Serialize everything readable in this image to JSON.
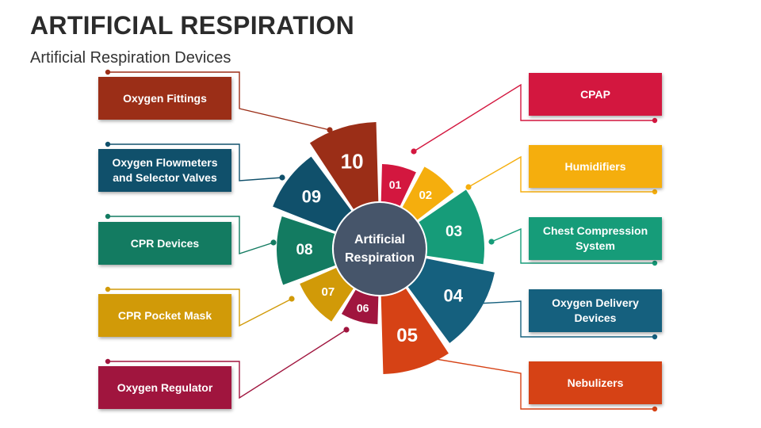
{
  "title": "ARTIFICIAL RESPIRATION",
  "subtitle": "Artificial Respiration Devices",
  "center": "Artificial Respiration",
  "segments": [
    {
      "num": "01",
      "label": "CPAP",
      "color": "#d3173f"
    },
    {
      "num": "02",
      "label": "Humidifiers",
      "color": "#f5ae0d"
    },
    {
      "num": "03",
      "label": "Chest Compression System",
      "color": "#169c79"
    },
    {
      "num": "04",
      "label": "Oxygen Delivery Devices",
      "color": "#15607e"
    },
    {
      "num": "05",
      "label": "Nebulizers",
      "color": "#d64215"
    },
    {
      "num": "06",
      "label": "Oxygen Regulator",
      "color": "#a0153e"
    },
    {
      "num": "07",
      "label": "CPR Pocket Mask",
      "color": "#d19a08"
    },
    {
      "num": "08",
      "label": "CPR Devices",
      "color": "#137b61"
    },
    {
      "num": "09",
      "label": "Oxygen Flowmeters and Selector Valves",
      "color": "#10506b"
    },
    {
      "num": "10",
      "label": "Oxygen Fittings",
      "color": "#9b2e17"
    }
  ],
  "colors": {
    "center": "#46556a",
    "title": "#2b2b2b"
  }
}
